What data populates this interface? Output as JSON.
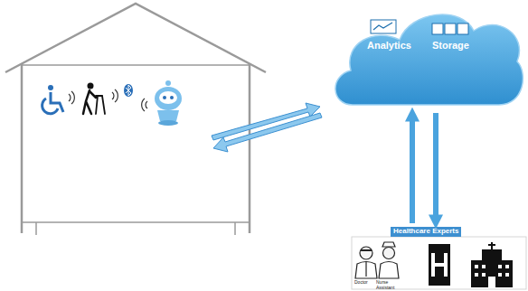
{
  "diagram": {
    "nodes": [
      {
        "text": [
          "Analytics",
          "Storage"
        ]
      },
      {
        "text": [
          "Healthcare Experts",
          "Doctor",
          "Nurse Assistant"
        ]
      }
    ],
    "edges": [
      {
        "from": 1,
        "to": 0,
        "arrow": "to"
      },
      {
        "from": 0,
        "to": 1,
        "arrow": "to"
      }
    ]
  }
}
